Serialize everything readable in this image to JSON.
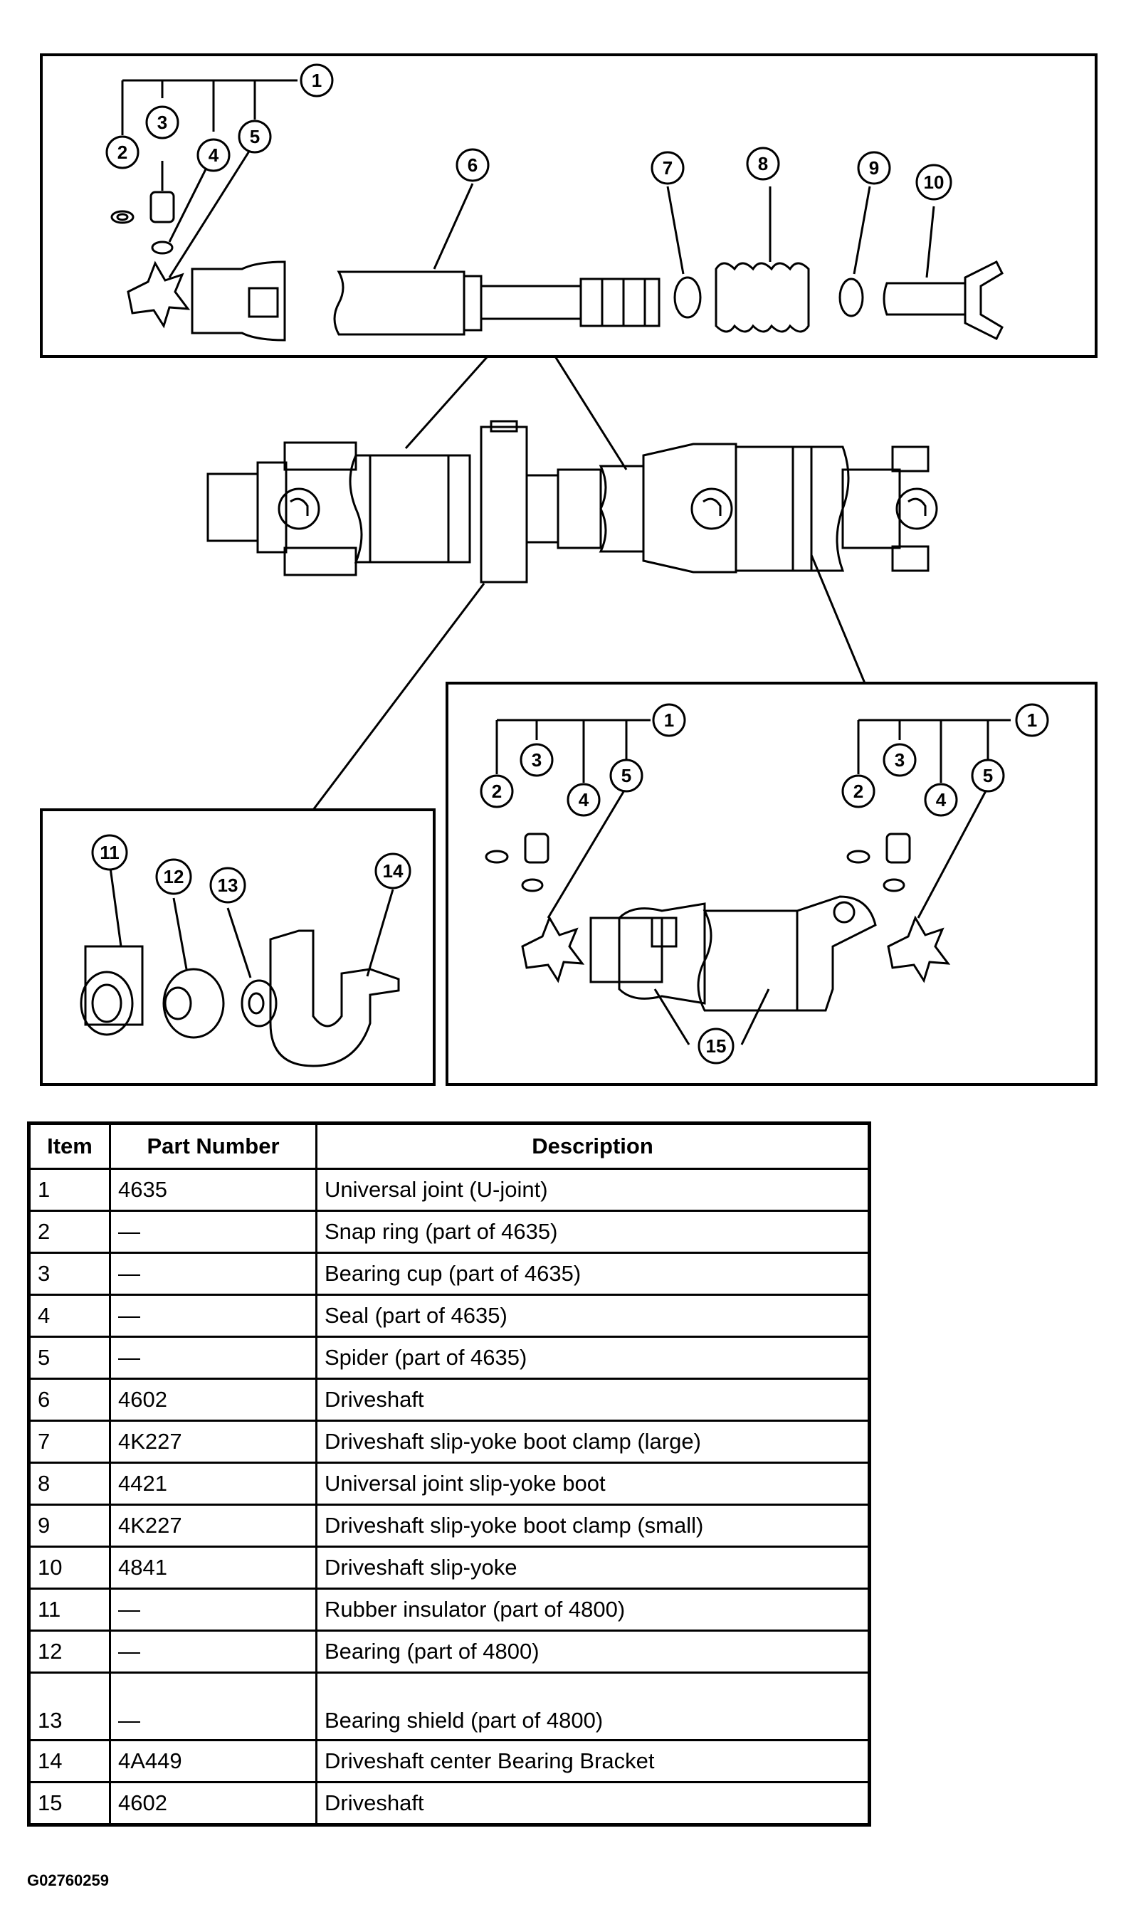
{
  "diagram": {
    "callouts_top": [
      "1",
      "2",
      "3",
      "4",
      "5",
      "6",
      "7",
      "8",
      "9",
      "10"
    ],
    "callouts_bracket": [
      "11",
      "12",
      "13",
      "14"
    ],
    "callouts_right": [
      "1",
      "2",
      "3",
      "4",
      "5",
      "1",
      "2",
      "3",
      "4",
      "5",
      "15"
    ]
  },
  "table": {
    "headers": [
      "Item",
      "Part Number",
      "Description"
    ],
    "rows": [
      {
        "item": "1",
        "part": "4635",
        "desc": "Universal joint (U-joint)"
      },
      {
        "item": "2",
        "part": "—",
        "desc": "Snap ring (part of 4635)"
      },
      {
        "item": "3",
        "part": "—",
        "desc": "Bearing cup (part of 4635)"
      },
      {
        "item": "4",
        "part": "—",
        "desc": "Seal (part of 4635)"
      },
      {
        "item": "5",
        "part": "—",
        "desc": "Spider (part of 4635)"
      },
      {
        "item": "6",
        "part": "4602",
        "desc": "Driveshaft"
      },
      {
        "item": "7",
        "part": "4K227",
        "desc": "Driveshaft slip-yoke boot clamp (large)"
      },
      {
        "item": "8",
        "part": "4421",
        "desc": "Universal joint slip-yoke boot"
      },
      {
        "item": "9",
        "part": "4K227",
        "desc": "Driveshaft slip-yoke boot clamp (small)"
      },
      {
        "item": "10",
        "part": "4841",
        "desc": "Driveshaft slip-yoke"
      },
      {
        "item": "11",
        "part": "—",
        "desc": "Rubber insulator (part of 4800)"
      },
      {
        "item": "12",
        "part": "—",
        "desc": "Bearing (part of 4800)"
      },
      {
        "item": "13",
        "part": "—",
        "desc": "Bearing shield (part of 4800)"
      },
      {
        "item": "14",
        "part": "4A449",
        "desc": "Driveshaft center Bearing Bracket"
      },
      {
        "item": "15",
        "part": "4602",
        "desc": "Driveshaft"
      }
    ]
  },
  "figure_code": "G02760259"
}
